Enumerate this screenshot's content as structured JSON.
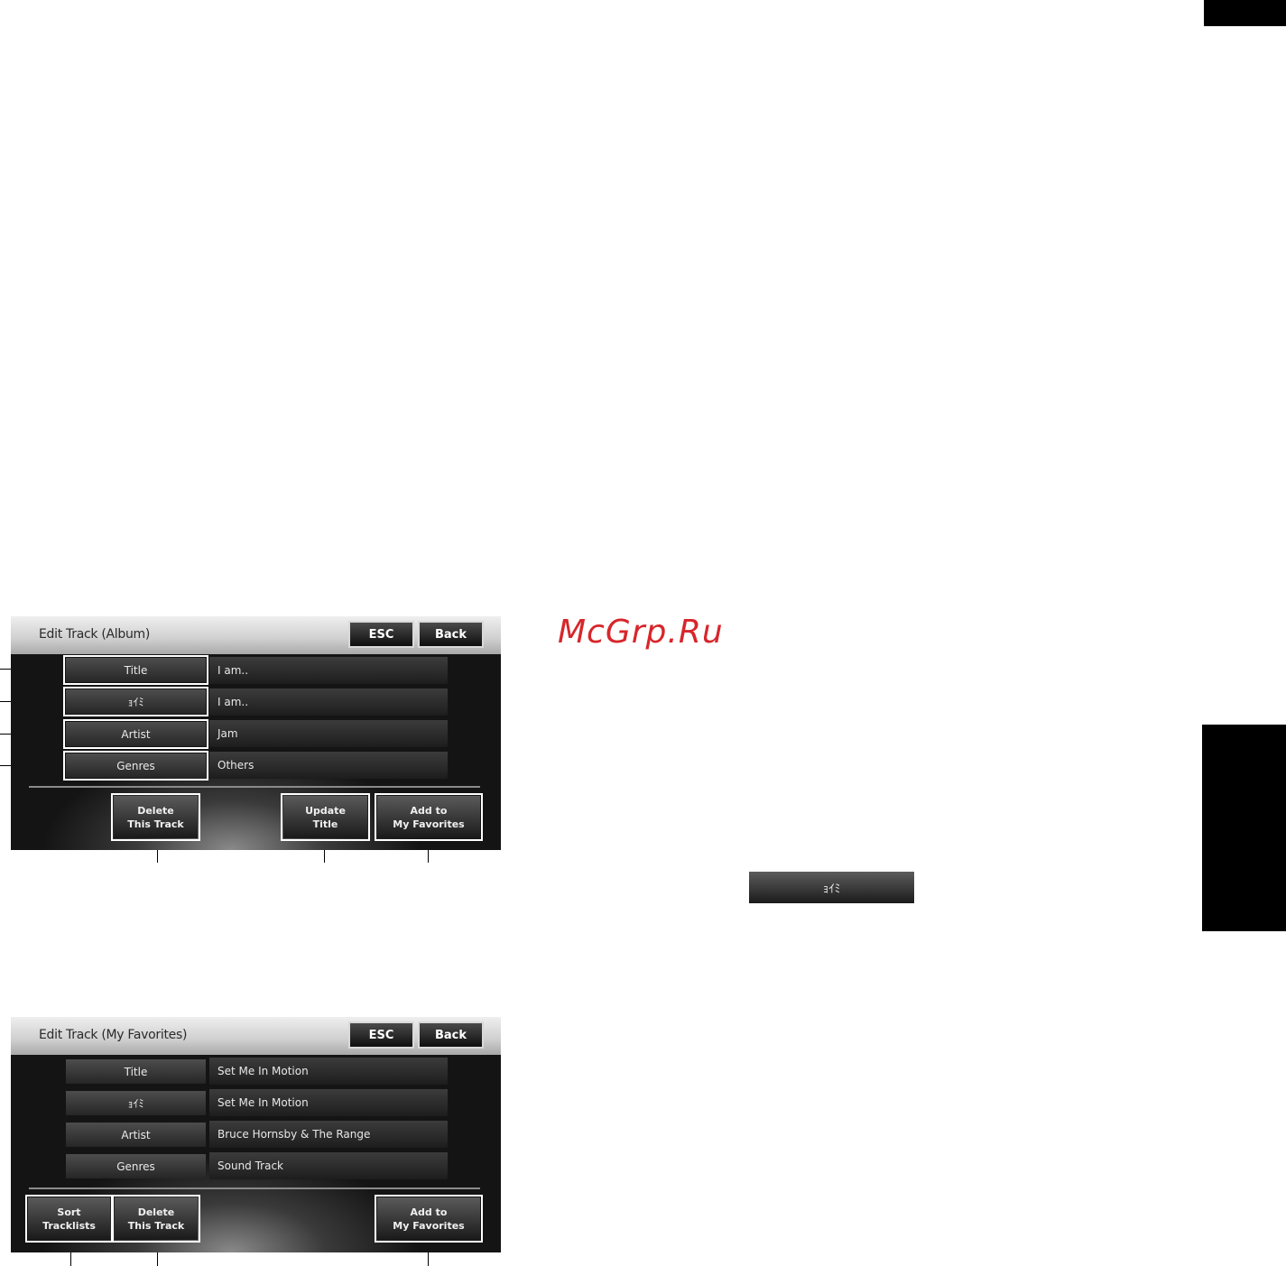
{
  "watermark": "McGrp.Ru",
  "screen_album": {
    "title": "Edit Track (Album)",
    "esc_label": "ESC",
    "back_label": "Back",
    "rows": [
      {
        "label": "Title",
        "value": "I am.."
      },
      {
        "label": "ｮｲﾐ",
        "value": "I am.."
      },
      {
        "label": "Artist",
        "value": "Jam"
      },
      {
        "label": "Genres",
        "value": "Others"
      }
    ],
    "buttons": {
      "delete": "Delete\nThis Track",
      "update": "Update\nTitle",
      "favorites": "Add to\nMy Favorites"
    }
  },
  "screen_favorites": {
    "title": "Edit Track (My Favorites)",
    "esc_label": "ESC",
    "back_label": "Back",
    "rows": [
      {
        "label": "Title",
        "value": "Set Me In Motion"
      },
      {
        "label": "ｮｲﾐ",
        "value": "Set Me In Motion"
      },
      {
        "label": "Artist",
        "value": "Bruce Hornsby & The Range"
      },
      {
        "label": "Genres",
        "value": "Sound Track"
      }
    ],
    "buttons": {
      "sort": "Sort\nTracklists",
      "delete": "Delete\nThis Track",
      "favorites": "Add to\nMy Favorites"
    }
  },
  "reading_chip": "ｮｲﾐ"
}
